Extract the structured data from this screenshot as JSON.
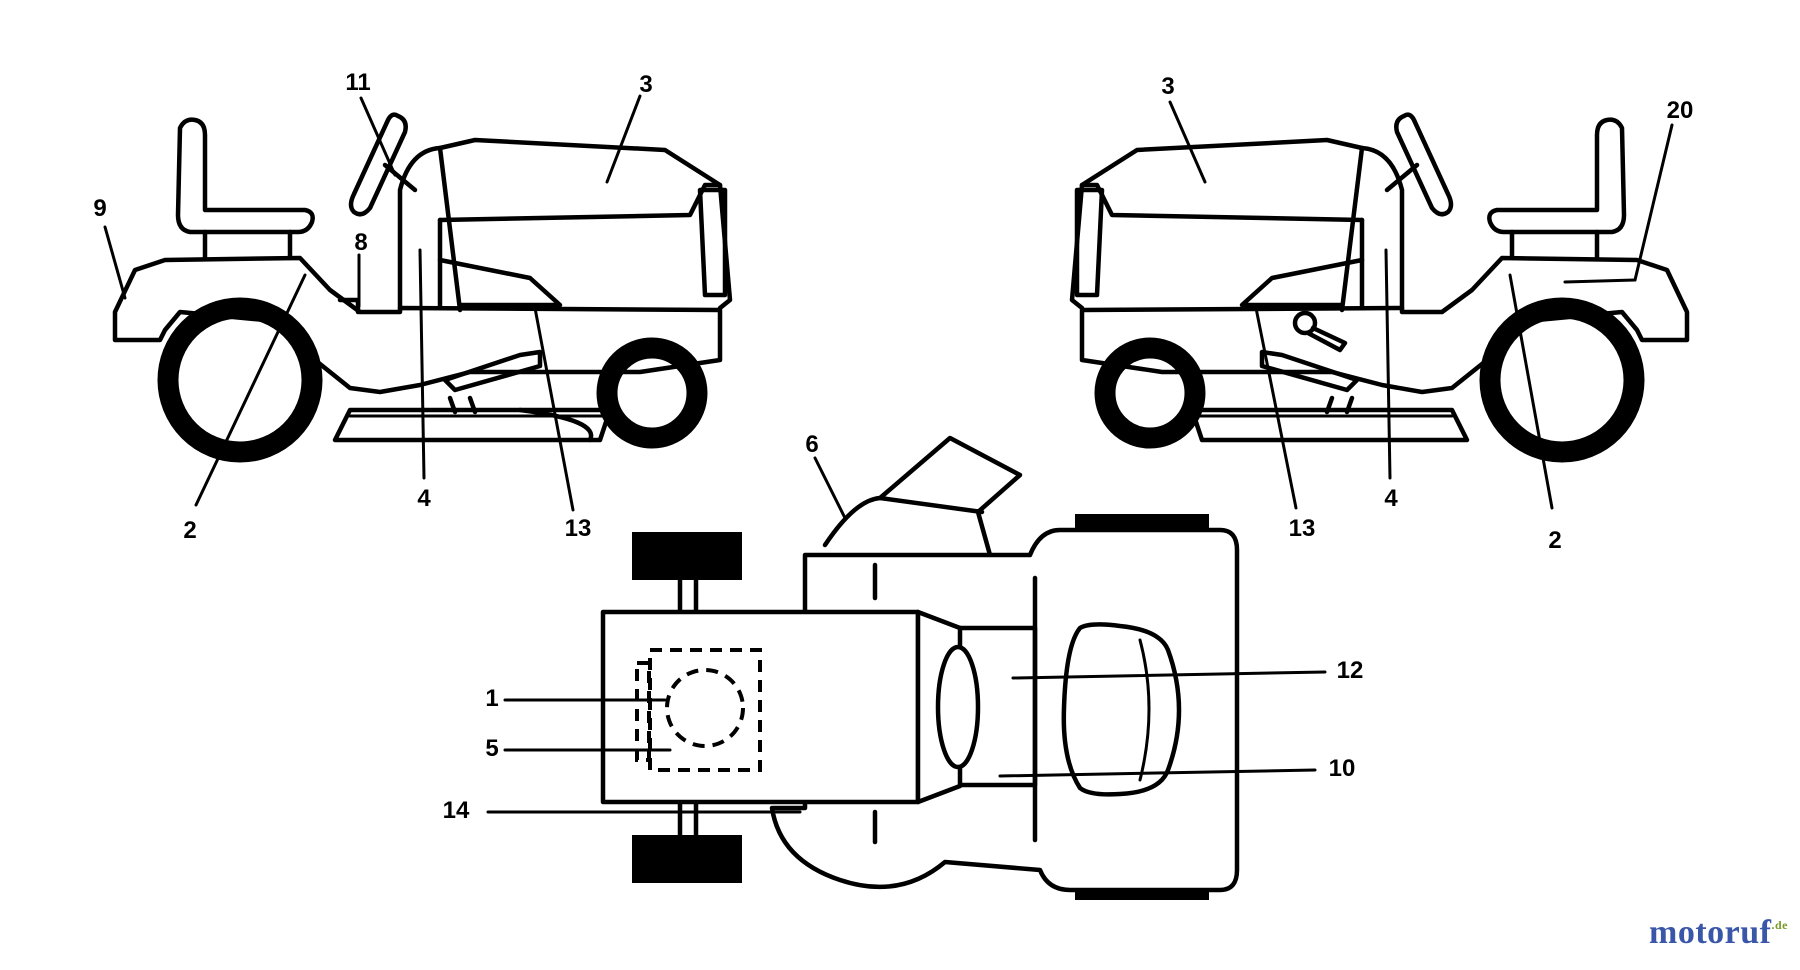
{
  "callouts": {
    "left_view": [
      "11",
      "3",
      "9",
      "8",
      "4",
      "13",
      "2"
    ],
    "right_view": [
      "3",
      "20",
      "4",
      "13",
      "2"
    ],
    "top_view": [
      "6",
      "1",
      "5",
      "14",
      "12",
      "10"
    ]
  },
  "watermark": {
    "text_main": "motoruf",
    "text_suffix": ".de",
    "color_primary": "#3a56a8",
    "color_accent": "#7a9a2a"
  }
}
